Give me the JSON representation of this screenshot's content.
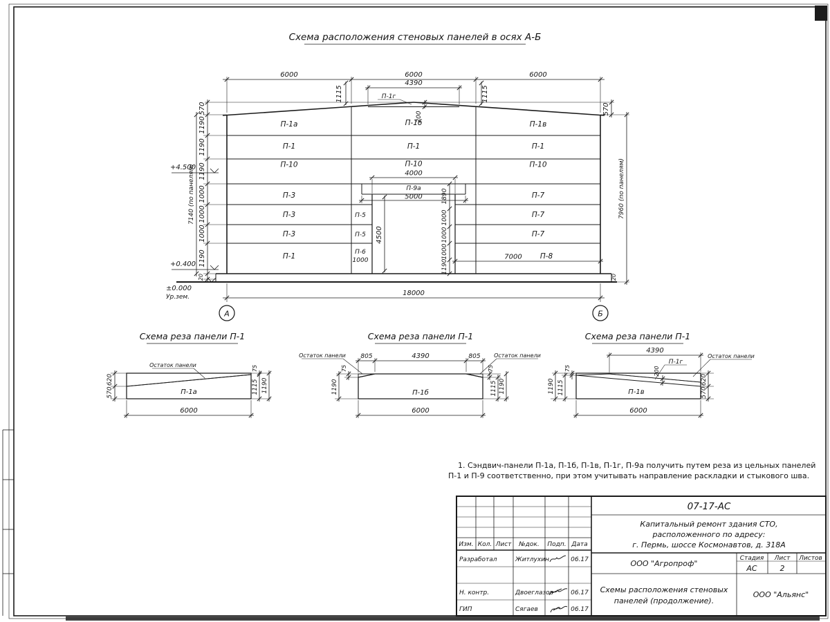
{
  "drawing": {
    "title": "Схема расположения стеновых панелей в осях А-Б",
    "axis_a": "А",
    "axis_b": "Б",
    "levels": {
      "l4500": "+4.500",
      "l0400": "+0.400",
      "l0000": "±0.000",
      "ground": "Ур.зем."
    },
    "dims": {
      "bay": "6000",
      "total": "18000",
      "ridge_w": "4390",
      "h1115": "1115",
      "h570": "570",
      "h200": "200",
      "h1190": "1190",
      "h1000": "1000",
      "h20": "20",
      "left_total": "7140 (по панелям)",
      "right_total": "7960 (по панелям)",
      "door_w": "4000",
      "lintel_w": "5000",
      "door_h": "4500",
      "jamb": "1890",
      "p8_w": "7000",
      "p6_w": "1000"
    },
    "panels": {
      "p1a": "П-1а",
      "p1b": "П-1б",
      "p1v": "П-1в",
      "p1g": "П-1г",
      "p1": "П-1",
      "p10": "П-10",
      "p3": "П-3",
      "p5": "П-5",
      "p7": "П-7",
      "p6": "П-6",
      "p8": "П-8",
      "p9a": "П-9а"
    }
  },
  "details": {
    "title": "Схема реза панели П-1",
    "leftover": "Остаток панели",
    "d6000": "6000",
    "d620": "620",
    "d570": "570",
    "d75": "75",
    "d1115": "1115",
    "d1190": "1190",
    "d805": "805",
    "d4390": "4390",
    "d200": "200"
  },
  "note": {
    "line1": "1. Сэндвич-панели П-1а, П-1б, П-1в, П-1г, П-9а получить путем реза из цельных панелей",
    "line2": "П-1 и П-9 соответственно, при этом учитывать направление раскладки и стыкового шва."
  },
  "titleblock": {
    "doc_number": "07-17-АС",
    "project_line1": "Капитальный ремонт здания СТО,",
    "project_line2": "расположенного по адресу:",
    "project_line3": "г. Пермь, шоссе Космонавтов, д. 318А",
    "col_izm": "Изм.",
    "col_kol": "Кол.",
    "col_list": "Лист",
    "col_ndok": "№док.",
    "col_podp": "Подп.",
    "col_data": "Дата",
    "row1_role": "Разработал",
    "row1_name": "Житлухин",
    "row1_date": "06.17",
    "row2_role": "Н. контр.",
    "row2_name": "Двоеглазов",
    "row2_date": "06.17",
    "row3_role": "ГИП",
    "row3_name": "Сягаев",
    "row3_date": "06.17",
    "org1": "ООО \"Агропроф\"",
    "org2": "ООО \"Альянс\"",
    "stage_label": "Стадия",
    "sheet_label": "Лист",
    "sheets_label": "Листов",
    "stage": "АС",
    "sheet_num": "2",
    "subject_line1": "Схемы расположения стеновых",
    "subject_line2": "панелей (продолжение)."
  }
}
